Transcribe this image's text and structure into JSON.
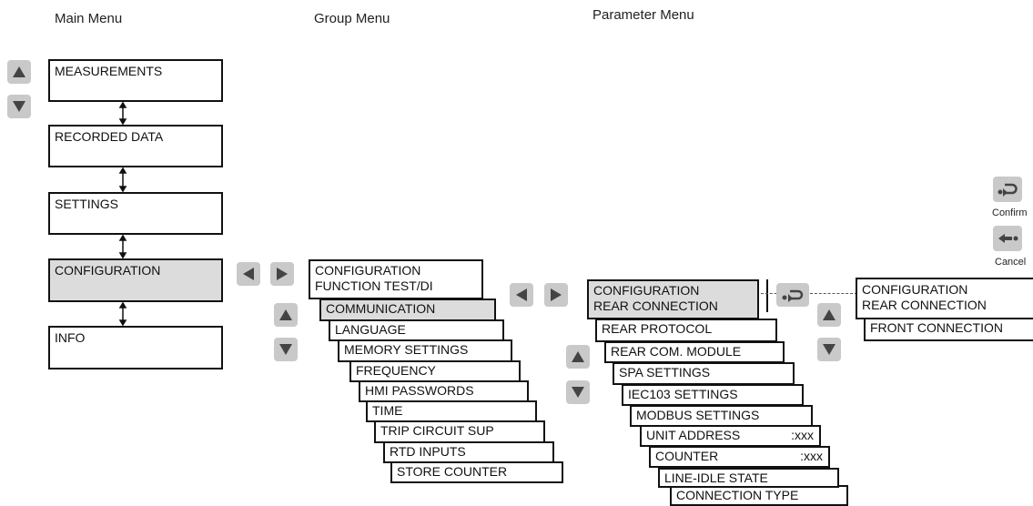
{
  "headers": {
    "main": "Main Menu",
    "group": "Group Menu",
    "parameter": "Parameter Menu"
  },
  "main_menu": [
    "MEASUREMENTS",
    "RECORDED DATA",
    "SETTINGS",
    "CONFIGURATION",
    "INFO"
  ],
  "group_menu": {
    "title_line1": "CONFIGURATION",
    "title_line2": "FUNCTION TEST/DI",
    "items": [
      "COMMUNICATION",
      "LANGUAGE",
      "MEMORY SETTINGS",
      "FREQUENCY",
      "HMI PASSWORDS",
      "TIME",
      "TRIP CIRCUIT SUP",
      "RTD INPUTS",
      "STORE COUNTER"
    ]
  },
  "parameter_menu": {
    "title_line1": "CONFIGURATION",
    "title_line2": "REAR CONNECTION",
    "items": [
      {
        "label": "REAR PROTOCOL",
        "value": ""
      },
      {
        "label": "REAR COM. MODULE",
        "value": ""
      },
      {
        "label": "SPA SETTINGS",
        "value": ""
      },
      {
        "label": "IEC103 SETTINGS",
        "value": ""
      },
      {
        "label": "MODBUS SETTINGS",
        "value": ""
      },
      {
        "label": "UNIT ADDRESS",
        "value": ":xxx"
      },
      {
        "label": "COUNTER",
        "value": ":xxx"
      },
      {
        "label": "LINE-IDLE STATE",
        "value": ""
      },
      {
        "label": "CONNECTION TYPE",
        "value": ""
      }
    ]
  },
  "result_menu": {
    "title_line1": "CONFIGURATION",
    "title_line2": "REAR CONNECTION",
    "items": [
      "FRONT CONNECTION"
    ]
  },
  "legend": {
    "confirm": "Confirm",
    "cancel": "Cancel"
  },
  "colors": {
    "button_fill": "#c9c9c9",
    "selected_fill": "#dcdcdc",
    "line": "#111111"
  }
}
